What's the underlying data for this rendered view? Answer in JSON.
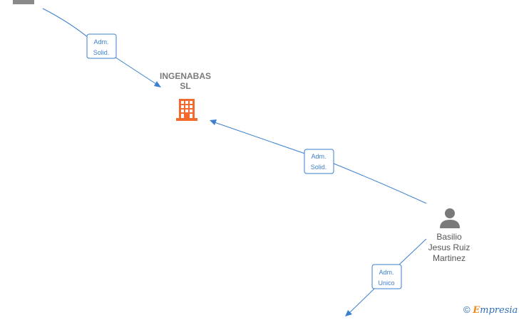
{
  "nodes": {
    "company": {
      "name_line1": "INGENABAS",
      "name_line2": "SL",
      "icon": "building-icon",
      "color": "#f26a2e"
    },
    "person": {
      "name_line1": "Basilio",
      "name_line2": "Jesus Ruiz",
      "name_line3": "Martinez",
      "icon": "person-icon",
      "color": "#7a7a7a"
    }
  },
  "edges": [
    {
      "label_line1": "Adm.",
      "label_line2": "Solid."
    },
    {
      "label_line1": "Adm.",
      "label_line2": "Solid."
    },
    {
      "label_line1": "Adm.",
      "label_line2": "Unico"
    }
  ],
  "colors": {
    "edge": "#3a7fd0",
    "company": "#f26a2e",
    "person": "#7a7a7a"
  },
  "watermark": {
    "copyright": "©",
    "brand_initial": "E",
    "brand_rest": "mpresia"
  }
}
